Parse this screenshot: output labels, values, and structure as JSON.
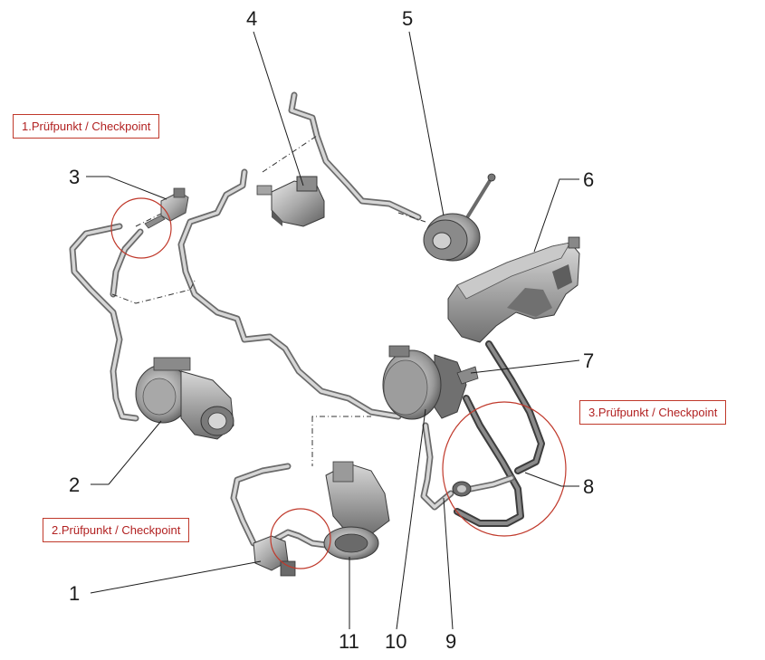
{
  "checkpoints": [
    {
      "label": "1.Prüfpunkt / Checkpoint"
    },
    {
      "label": "2.Prüfpunkt / Checkpoint"
    },
    {
      "label": "3.Prüfpunkt / Checkpoint"
    }
  ],
  "callouts": [
    "1",
    "2",
    "3",
    "4",
    "5",
    "6",
    "7",
    "8",
    "9",
    "10",
    "11"
  ],
  "colors": {
    "checkpoint": "#c0392b",
    "leader": "#1a1a1a",
    "part": "#9a9a9a",
    "part_dark": "#5c5c5c"
  }
}
